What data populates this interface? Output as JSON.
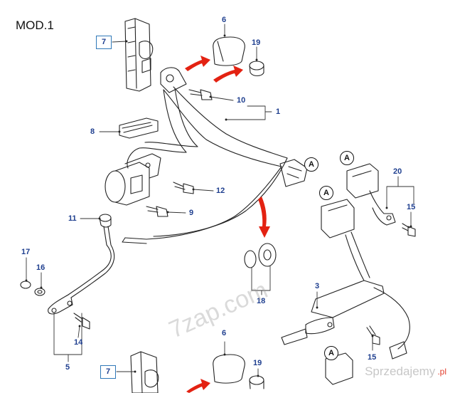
{
  "model_label": "MOD.1",
  "callouts": {
    "c1": "1",
    "c3": "3",
    "c5": "5",
    "c6": "6",
    "c6b": "6",
    "c7": "7",
    "c7b": "7",
    "c8": "8",
    "c9": "9",
    "c10": "10",
    "c11": "11",
    "c12": "12",
    "c14": "14",
    "c15a": "15",
    "c15b": "15",
    "c16": "16",
    "c17": "17",
    "c18": "18",
    "c19": "19",
    "c19b": "19",
    "c20": "20"
  },
  "refs": {
    "a1": "A",
    "a2": "A",
    "a3": "A",
    "a4": "A"
  },
  "watermark": "7zap.com",
  "brand": {
    "text": "Sprzedajemy",
    "suffix": ".pl"
  },
  "colors": {
    "callout": "#1f3f8f",
    "box": "#2f78b8",
    "arrow": "#e32212",
    "line": "#222222"
  }
}
